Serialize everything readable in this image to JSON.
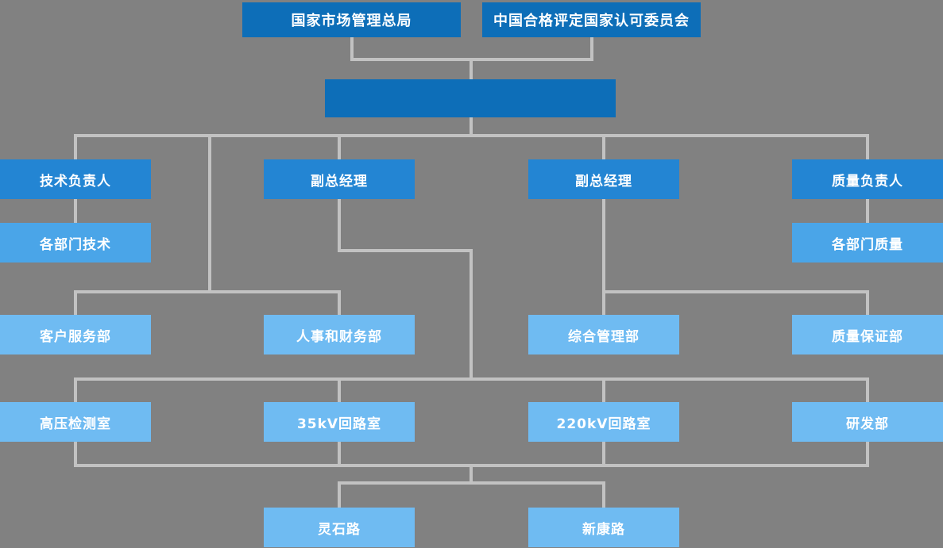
{
  "palette": {
    "bg": "#818181",
    "dark": "#0d6eb8",
    "medium": "#2385d3",
    "light": "#4aa5e8",
    "lighter": "#6fbbf2",
    "line": "#c2c2c2"
  },
  "nodes": [
    {
      "label": "国家市场管理总局"
    },
    {
      "label": "中国合格评定国家认可委员会"
    },
    {
      "label": ""
    },
    {
      "label": "技术负责人"
    },
    {
      "label": "副总经理"
    },
    {
      "label": "副总经理"
    },
    {
      "label": "质量负责人"
    },
    {
      "label": "各部门技术"
    },
    {
      "label": "各部门质量"
    },
    {
      "label": "客户服务部"
    },
    {
      "label": "人事和财务部"
    },
    {
      "label": "综合管理部"
    },
    {
      "label": "质量保证部"
    },
    {
      "label": "高压检测室"
    },
    {
      "label": "35kV回路室"
    },
    {
      "label": "220kV回路室"
    },
    {
      "label": "研发部"
    },
    {
      "label": "灵石路"
    },
    {
      "label": "新康路"
    }
  ]
}
